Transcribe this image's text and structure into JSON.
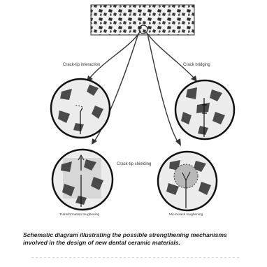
{
  "diagram": {
    "nodes": [
      {
        "id": "tip-interaction",
        "label": "Crack-tip interaction"
      },
      {
        "id": "bridging",
        "label": "Crack bridging"
      },
      {
        "id": "tip-shielding",
        "label": "Crack-tip shielding"
      },
      {
        "id": "transformation",
        "label": "Transformation toughening"
      },
      {
        "id": "microcrack",
        "label": "Microcrack toughening"
      }
    ]
  },
  "caption": {
    "line1": "Schematic diagram illustrating the possible strengthening mechanisms",
    "line2": "involved in the design of new dental ceramic materials."
  },
  "colors": {
    "ink": "#333333",
    "grain": "#4a4a4a",
    "circle_fill": "#e9e9e9",
    "zone": "#b8b8b8"
  }
}
